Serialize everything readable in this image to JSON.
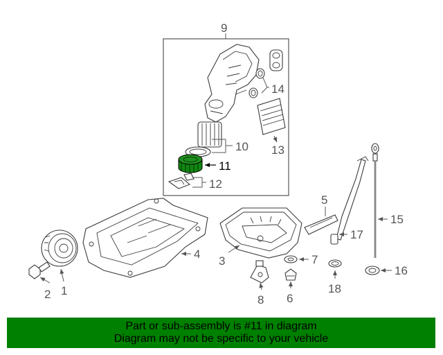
{
  "diagram": {
    "highlight_color": "#008000",
    "callouts": {
      "n1": "1",
      "n2": "2",
      "n3": "3",
      "n4": "4",
      "n5": "5",
      "n6": "6",
      "n7": "7",
      "n8": "8",
      "n9": "9",
      "n10": "10",
      "n11": "11",
      "n12": "12",
      "n13": "13",
      "n14": "14",
      "n15": "15",
      "n16": "16",
      "n17": "17",
      "n18": "18"
    }
  },
  "footer": {
    "line1": "Part or sub-assembly is #11 in diagram",
    "line2": "Diagram may not be specific to your vehicle",
    "background": "#008000"
  }
}
